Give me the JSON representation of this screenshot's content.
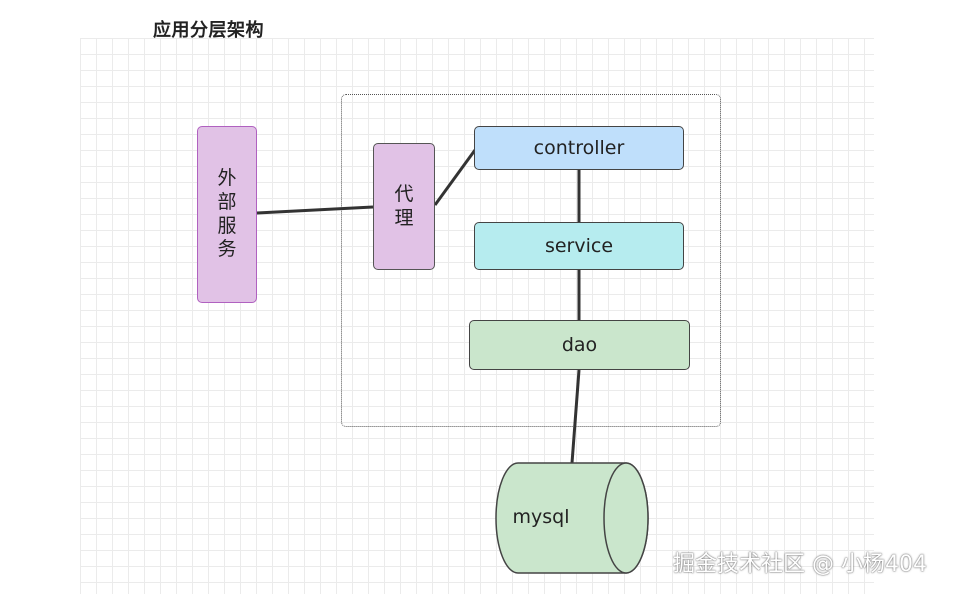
{
  "diagram": {
    "title": "应用分层架构",
    "external_service": "外\n部\n服\n务",
    "proxy": "代\n理",
    "controller": "controller",
    "service": "service",
    "dao": "dao",
    "database": "mysql"
  },
  "watermark": "掘金技术社区 @ 小杨404",
  "colors": {
    "external_fill": "#e1c2e6",
    "proxy_fill": "#e1c2e6",
    "controller_fill": "#bfdffb",
    "service_fill": "#b6ecef",
    "dao_fill": "#cae6cc",
    "db_fill": "#cae6cc"
  }
}
